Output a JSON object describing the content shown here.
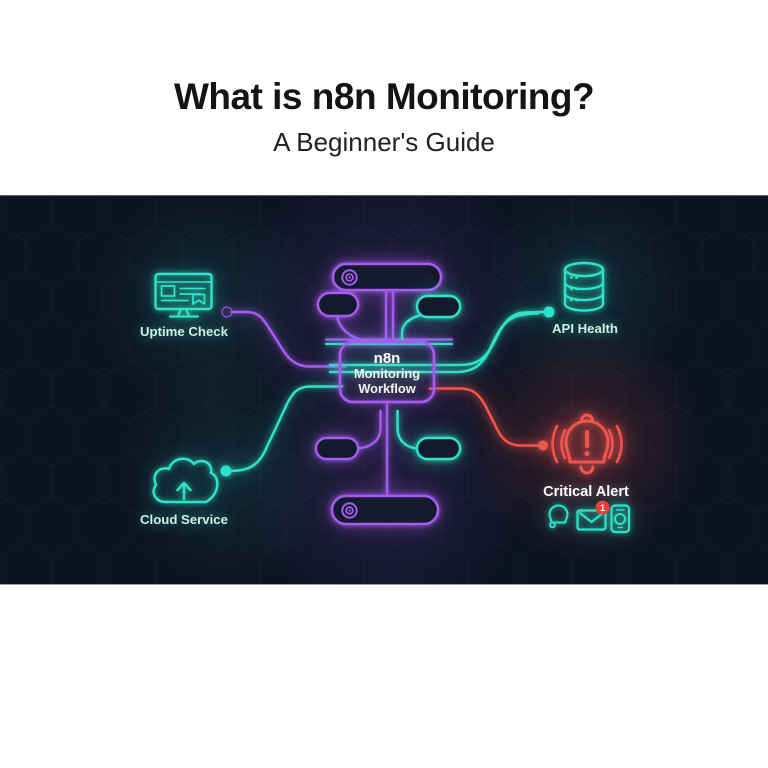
{
  "header": {
    "title": "What is n8n Monitoring?",
    "subtitle": "A Beginner's Guide"
  },
  "colors": {
    "neon_purple": "#a55bf0",
    "neon_teal": "#2ee3c8",
    "neon_red": "#f0544e",
    "badge_red": "#e8413c",
    "stage_bg": "#0d1322",
    "node_fill": "#131a2b",
    "title_text": "#141414",
    "label_text": "#cdeee4"
  },
  "diagram": {
    "center_node": {
      "lines": [
        "n8n",
        "Monitoring",
        "Workflow"
      ]
    },
    "nodes": [
      {
        "id": "uptime-check",
        "label": "Uptime Check",
        "icon": "monitor-icon",
        "color": "teal"
      },
      {
        "id": "api-health",
        "label": "API Health",
        "icon": "database-icon",
        "color": "teal"
      },
      {
        "id": "cloud-service",
        "label": "Cloud Service",
        "icon": "cloud-upload-icon",
        "color": "teal"
      },
      {
        "id": "critical-alert",
        "label": "Critical Alert",
        "icon": "alert-bell-icon",
        "color": "red"
      }
    ],
    "edges": [
      {
        "from": "uptime-check",
        "to": "workflow-center",
        "color": "purple"
      },
      {
        "from": "workflow-center",
        "to": "api-health",
        "color": "teal"
      },
      {
        "from": "cloud-service",
        "to": "workflow-center",
        "color": "teal"
      },
      {
        "from": "workflow-center",
        "to": "critical-alert",
        "color": "red"
      }
    ],
    "alert_channels": [
      {
        "icon": "notification-bell-icon",
        "badge": ""
      },
      {
        "icon": "email-icon",
        "badge": "1"
      },
      {
        "icon": "phone-icon",
        "badge": ""
      }
    ]
  }
}
